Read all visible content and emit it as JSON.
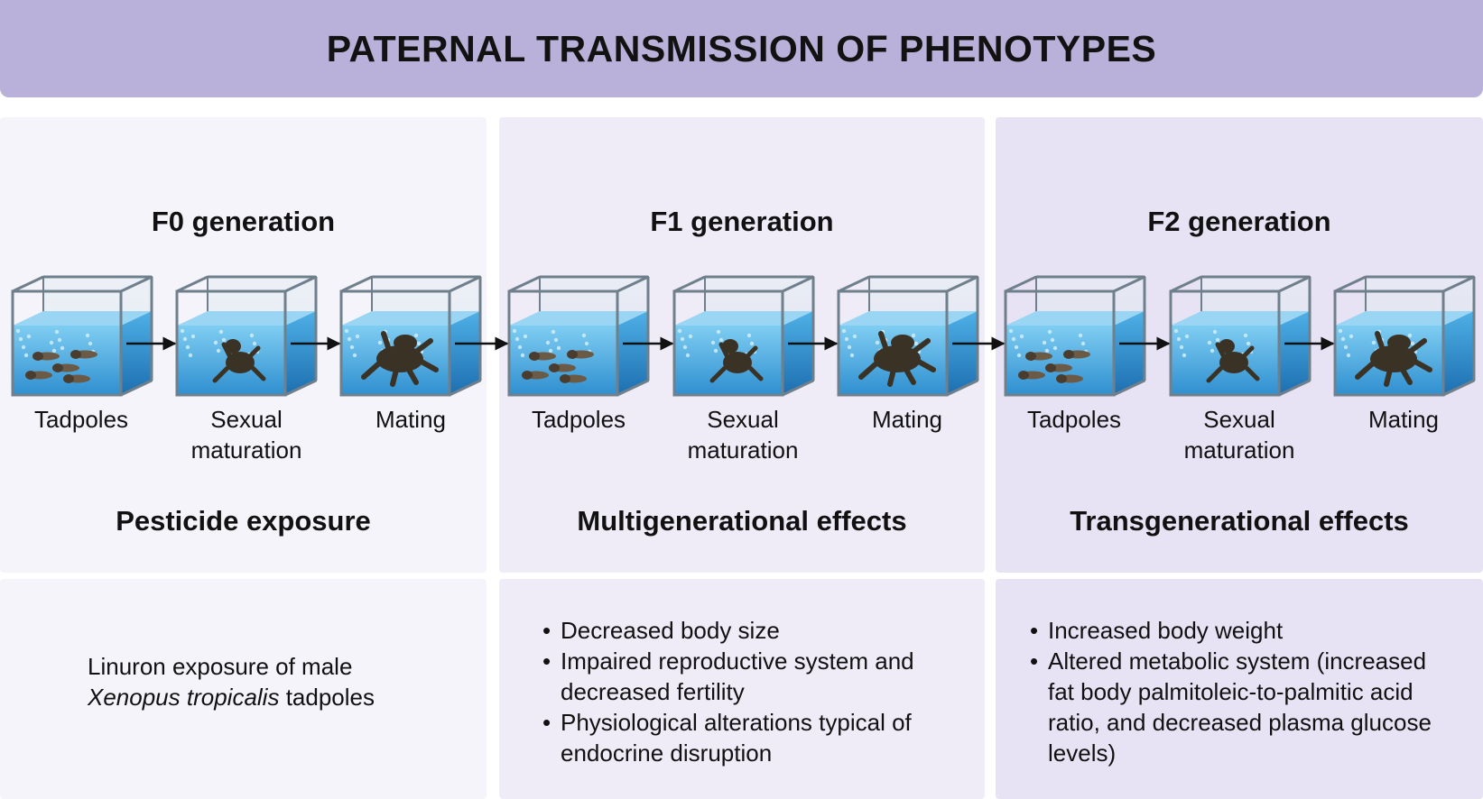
{
  "title": "PATERNAL TRANSMISSION OF PHENOTYPES",
  "generations": [
    {
      "title": "F0 generation",
      "stages": [
        "Tadpoles",
        "Sexual maturation",
        "Mating"
      ],
      "effect": "Pesticide exposure"
    },
    {
      "title": "F1 generation",
      "stages": [
        "Tadpoles",
        "Sexual maturation",
        "Mating"
      ],
      "effect": "Multigenerational effects"
    },
    {
      "title": "F2 generation",
      "stages": [
        "Tadpoles",
        "Sexual maturation",
        "Mating"
      ],
      "effect": "Transgenerational effects"
    }
  ],
  "f0_description": {
    "line1": "Linuron exposure of male",
    "species": "Xenopus tropicalis",
    "line2_suffix": " tadpoles"
  },
  "f1_effects": [
    "Decreased body size",
    "Impaired reproductive system and decreased fertility",
    "Physiological alterations typical of endocrine disruption"
  ],
  "f2_effects": [
    "Increased body weight",
    "Altered metabolic system (increased fat body palmitoleic-to-palmitic acid ratio, and decreased plasma glucose levels)"
  ],
  "colors": {
    "banner": "#b9b1d9",
    "panel_f0": "#f6f4fb",
    "panel_f1": "#efecf8",
    "panel_f2": "#e8e3f4",
    "water": "#3ea6e0",
    "frog": "#3b3226"
  },
  "icons": [
    "aquarium-tank-icon",
    "tadpole-icon",
    "frog-icon",
    "arrow-right-icon"
  ]
}
